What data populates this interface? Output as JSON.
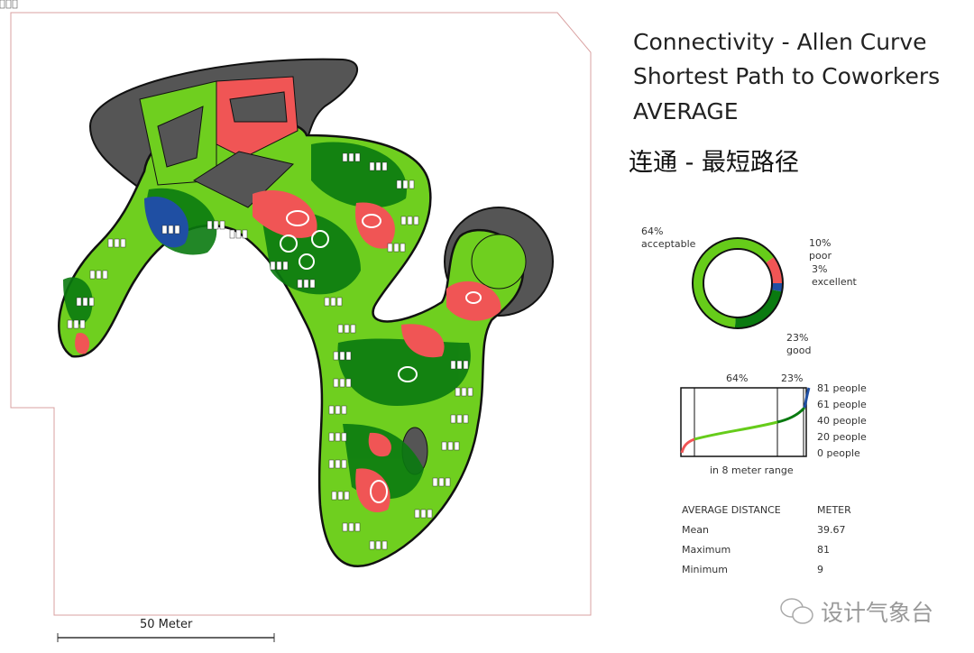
{
  "title": {
    "line1": "Connectivity - Allen Curve",
    "line2": "Shortest Path to Coworkers",
    "line3": "AVERAGE",
    "chinese": "连通 - 最短路径"
  },
  "donut": {
    "segments": [
      {
        "name": "excellent",
        "percent": 3,
        "label_pct": "3%",
        "label": "excellent",
        "color": "#1f4fa3"
      },
      {
        "name": "good",
        "percent": 23,
        "label_pct": "23%",
        "label": "good",
        "color": "#0a7a10"
      },
      {
        "name": "acceptable",
        "percent": 64,
        "label_pct": "64%",
        "label": "acceptable",
        "color": "#66cc1a"
      },
      {
        "name": "poor",
        "percent": 10,
        "label_pct": "10%",
        "label": "poor",
        "color": "#f05555"
      }
    ]
  },
  "curve_chart": {
    "top_labels": [
      "64%",
      "23%"
    ],
    "y_labels": [
      "81 people",
      "61 people",
      "40 people",
      "20 people",
      "0 people"
    ],
    "y_values": [
      81,
      61,
      40,
      20,
      0
    ],
    "xlabel": "in 8 meter range"
  },
  "stats": {
    "header": [
      "AVERAGE DISTANCE",
      "METER"
    ],
    "rows": [
      [
        "Mean",
        "39.67"
      ],
      [
        "Maximum",
        "81"
      ],
      [
        "Minimum",
        "9"
      ]
    ]
  },
  "scale_bar": {
    "label": "50 Meter"
  },
  "watermark": {
    "text": "设计气象台"
  }
}
